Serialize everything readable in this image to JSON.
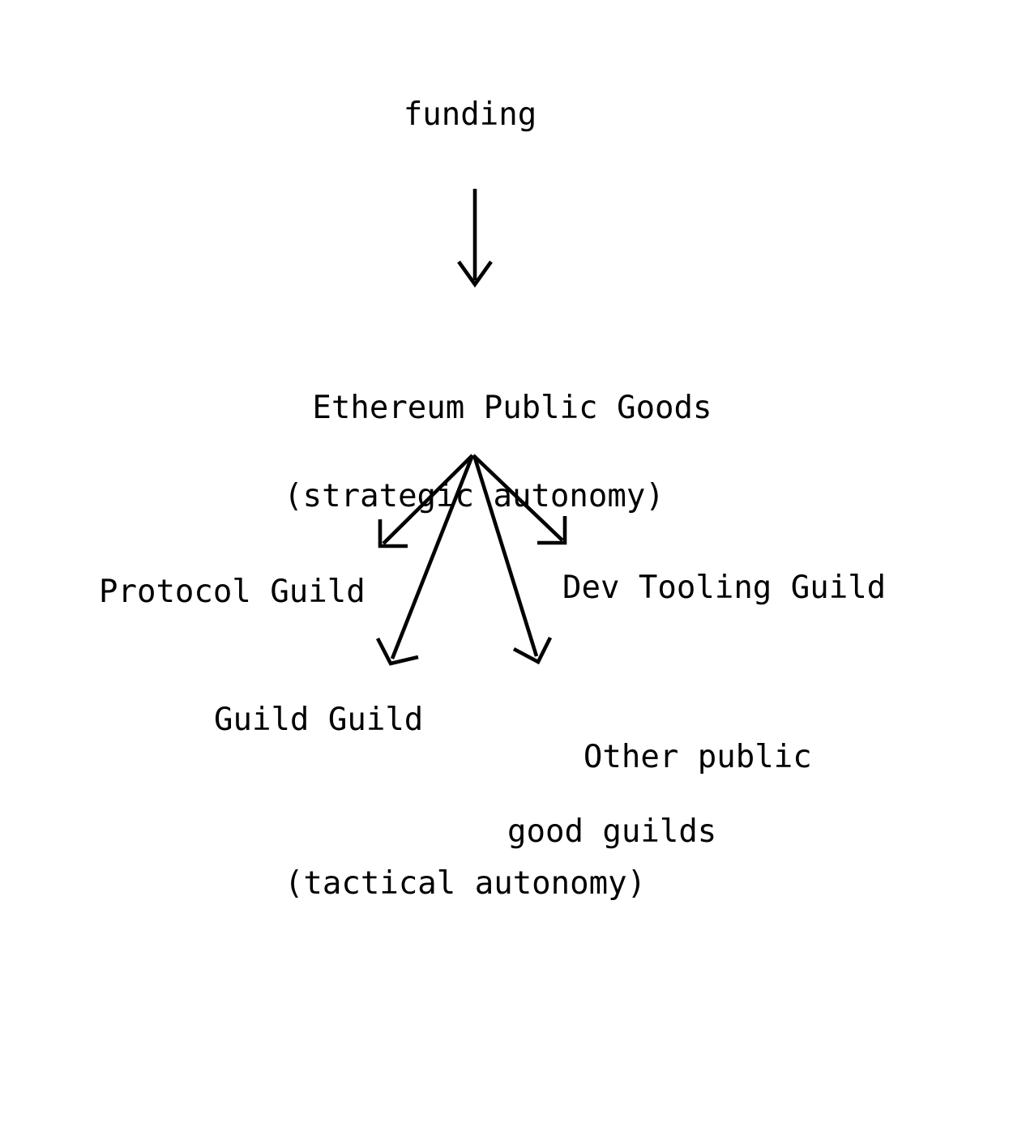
{
  "diagram": {
    "type": "flow-diagram",
    "background_color": "#ffffff",
    "stroke_color": "#000000",
    "text_color": "#000000",
    "source_label": "funding",
    "root_node": {
      "title": "Ethereum Public Goods",
      "subtitle": "(strategic autonomy)"
    },
    "children": [
      {
        "label": "Protocol Guild"
      },
      {
        "label": "Guild Guild"
      },
      {
        "label": "Other public",
        "label_line2": "good guilds"
      },
      {
        "label": "Dev Tooling Guild"
      }
    ],
    "footer_caption": "(tactical autonomy)",
    "edges": [
      {
        "name": "funding-to-root",
        "from": "funding",
        "to": "Ethereum Public Goods",
        "style": "straight-arrow"
      },
      {
        "name": "root-to-protocol-guild",
        "from": "Ethereum Public Goods",
        "to": "Protocol Guild",
        "style": "straight-arrow"
      },
      {
        "name": "root-to-guild-guild",
        "from": "Ethereum Public Goods",
        "to": "Guild Guild",
        "style": "straight-arrow"
      },
      {
        "name": "root-to-other-guilds",
        "from": "Ethereum Public Goods",
        "to": "Other public good guilds",
        "style": "straight-arrow"
      },
      {
        "name": "root-to-dev-tooling-guild",
        "from": "Ethereum Public Goods",
        "to": "Dev Tooling Guild",
        "style": "straight-arrow"
      }
    ]
  }
}
